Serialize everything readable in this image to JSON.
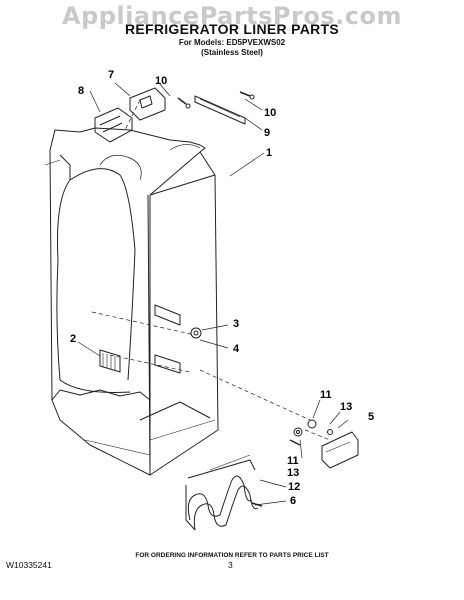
{
  "watermark": "AppliancePartsPros.com",
  "title": "REFRIGERATOR LINER PARTS",
  "subtitle_models": "For Models: ED5PVEXWS02",
  "subtitle_finish": "(Stainless Steel)",
  "callouts": {
    "c1": "1",
    "c2": "2",
    "c3": "3",
    "c4": "4",
    "c5": "5",
    "c6": "6",
    "c7": "7",
    "c8": "8",
    "c9": "9",
    "c10a": "10",
    "c10b": "10",
    "c11a": "11",
    "c11b": "11",
    "c12": "12",
    "c13a": "13",
    "c13b": "13"
  },
  "footer_note": "FOR ORDERING INFORMATION REFER TO PARTS PRICE LIST",
  "doc_number": "W10335241",
  "page_number": "3"
}
